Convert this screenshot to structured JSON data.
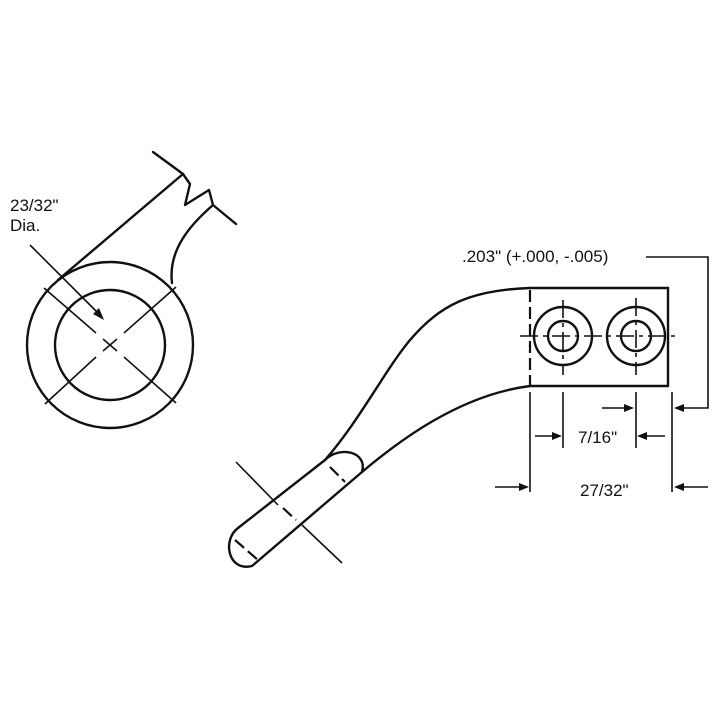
{
  "drawing": {
    "title": "Lever arm technical drawing",
    "line_color": "#111111",
    "background": "#ffffff"
  },
  "detail_view": {
    "diameter_label_line1": "23/32\"",
    "diameter_label_line2": "Dia."
  },
  "main_view": {
    "thickness_label": ".203\" (+.000, -.005)",
    "hole_spacing_label": "7/16\"",
    "overall_length_label": "27/32\""
  }
}
